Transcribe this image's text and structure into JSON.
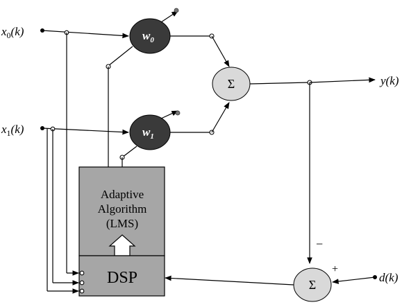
{
  "inputs": {
    "x0": {
      "base": "x",
      "sub": "0",
      "arg": "(k)"
    },
    "x1": {
      "base": "x",
      "sub": "1",
      "arg": "(k)"
    },
    "d": {
      "label": "d(k)"
    }
  },
  "weights": {
    "w0": {
      "base": "w",
      "sub": "0"
    },
    "w1": {
      "base": "w",
      "sub": "1"
    }
  },
  "adders": {
    "output_sum": {
      "symbol": "Σ"
    },
    "error_sum": {
      "symbol": "Σ",
      "minus": "−",
      "plus": "+"
    }
  },
  "output": {
    "label": "y(k)"
  },
  "processor": {
    "algorithm_lines": [
      "Adaptive",
      "Algorithm",
      "(LMS)"
    ],
    "dsp_label": "DSP"
  },
  "colors": {
    "weight_fill": "#3a3a3a",
    "adder_fill": "#d9d9d9",
    "block_fill": "#a6a6a6",
    "wire": "#000000"
  }
}
